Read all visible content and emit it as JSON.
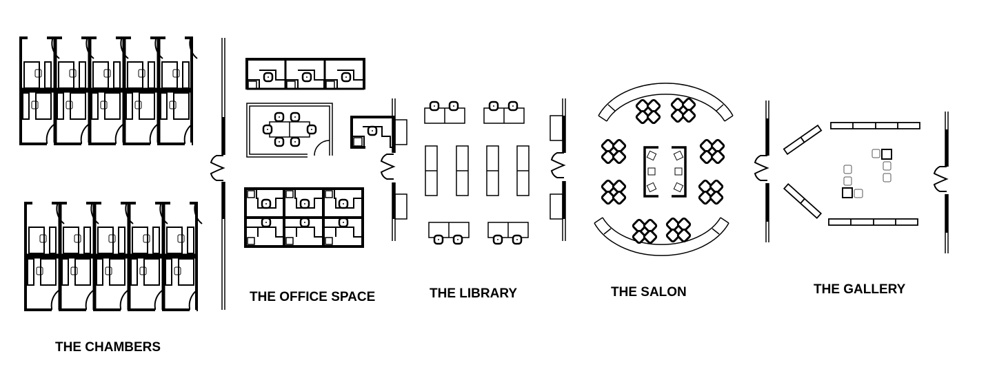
{
  "diagram": {
    "type": "floor-plan",
    "background": "#ffffff",
    "ink_color": "#000000",
    "rooms": [
      {
        "id": "chambers",
        "label": "THE CHAMBERS",
        "description": "Two blocks of 10 enclosed private offices each (5 across, 2 rows, back-to-back), each with desk, credenza, chair and swing door"
      },
      {
        "id": "office-space",
        "label": "THE OFFICE SPACE",
        "description": "Row of 3 workstations, conference room with 6-seat table, 6-workstation cluster, and a single corner workstation"
      },
      {
        "id": "library",
        "label": "THE LIBRARY",
        "description": "4 double-desk study tables with chairs (2 top, 2 bottom) and 4 central shelving units"
      },
      {
        "id": "salon",
        "label": "THE SALON",
        "description": "Oval lounge bounded by two curved benches, 8 four-chair table clusters and a central lounge pod with 6 seats"
      },
      {
        "id": "gallery",
        "label": "THE GALLERY",
        "description": "Open exhibition space with two display walls, two angled partitions and small seating groups"
      }
    ]
  },
  "labels": {
    "chambers": "THE CHAMBERS",
    "office_space": "THE OFFICE SPACE",
    "library": "THE LIBRARY",
    "salon": "THE SALON",
    "gallery": "THE GALLERY"
  }
}
